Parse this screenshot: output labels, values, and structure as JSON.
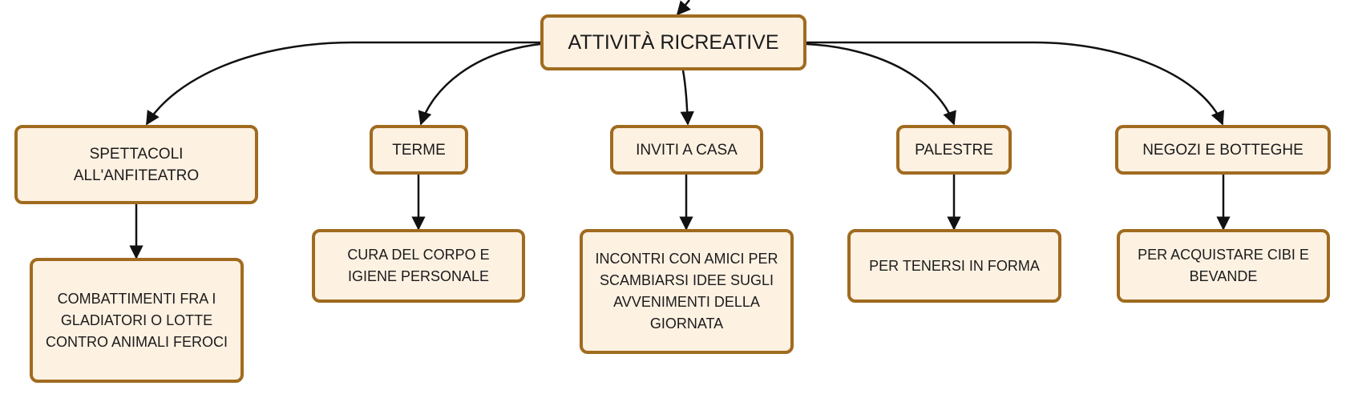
{
  "diagram": {
    "root": {
      "label": "ATTIVITÀ RICREATIVE"
    },
    "branches": [
      {
        "label": "SPETTACOLI ALL'ANFITEATRO",
        "detail": "COMBATTIMENTI FRA I GLADIATORI O LOTTE CONTRO ANIMALI FEROCI"
      },
      {
        "label": "TERME",
        "detail": "CURA DEL CORPO E IGIENE PERSONALE"
      },
      {
        "label": "INVITI A CASA",
        "detail": "INCONTRI CON AMICI PER SCAMBIARSI IDEE SUGLI AVVENIMENTI DELLA GIORNATA"
      },
      {
        "label": "PALESTRE",
        "detail": "PER TENERSI IN FORMA"
      },
      {
        "label": "NEGOZI E BOTTEGHE",
        "detail": "PER ACQUISTARE CIBI E BEVANDE"
      }
    ],
    "colors": {
      "node_fill": "#fdf1e2",
      "node_border": "#a06b1f",
      "edge": "#111111",
      "text": "#1b1b1b"
    }
  }
}
